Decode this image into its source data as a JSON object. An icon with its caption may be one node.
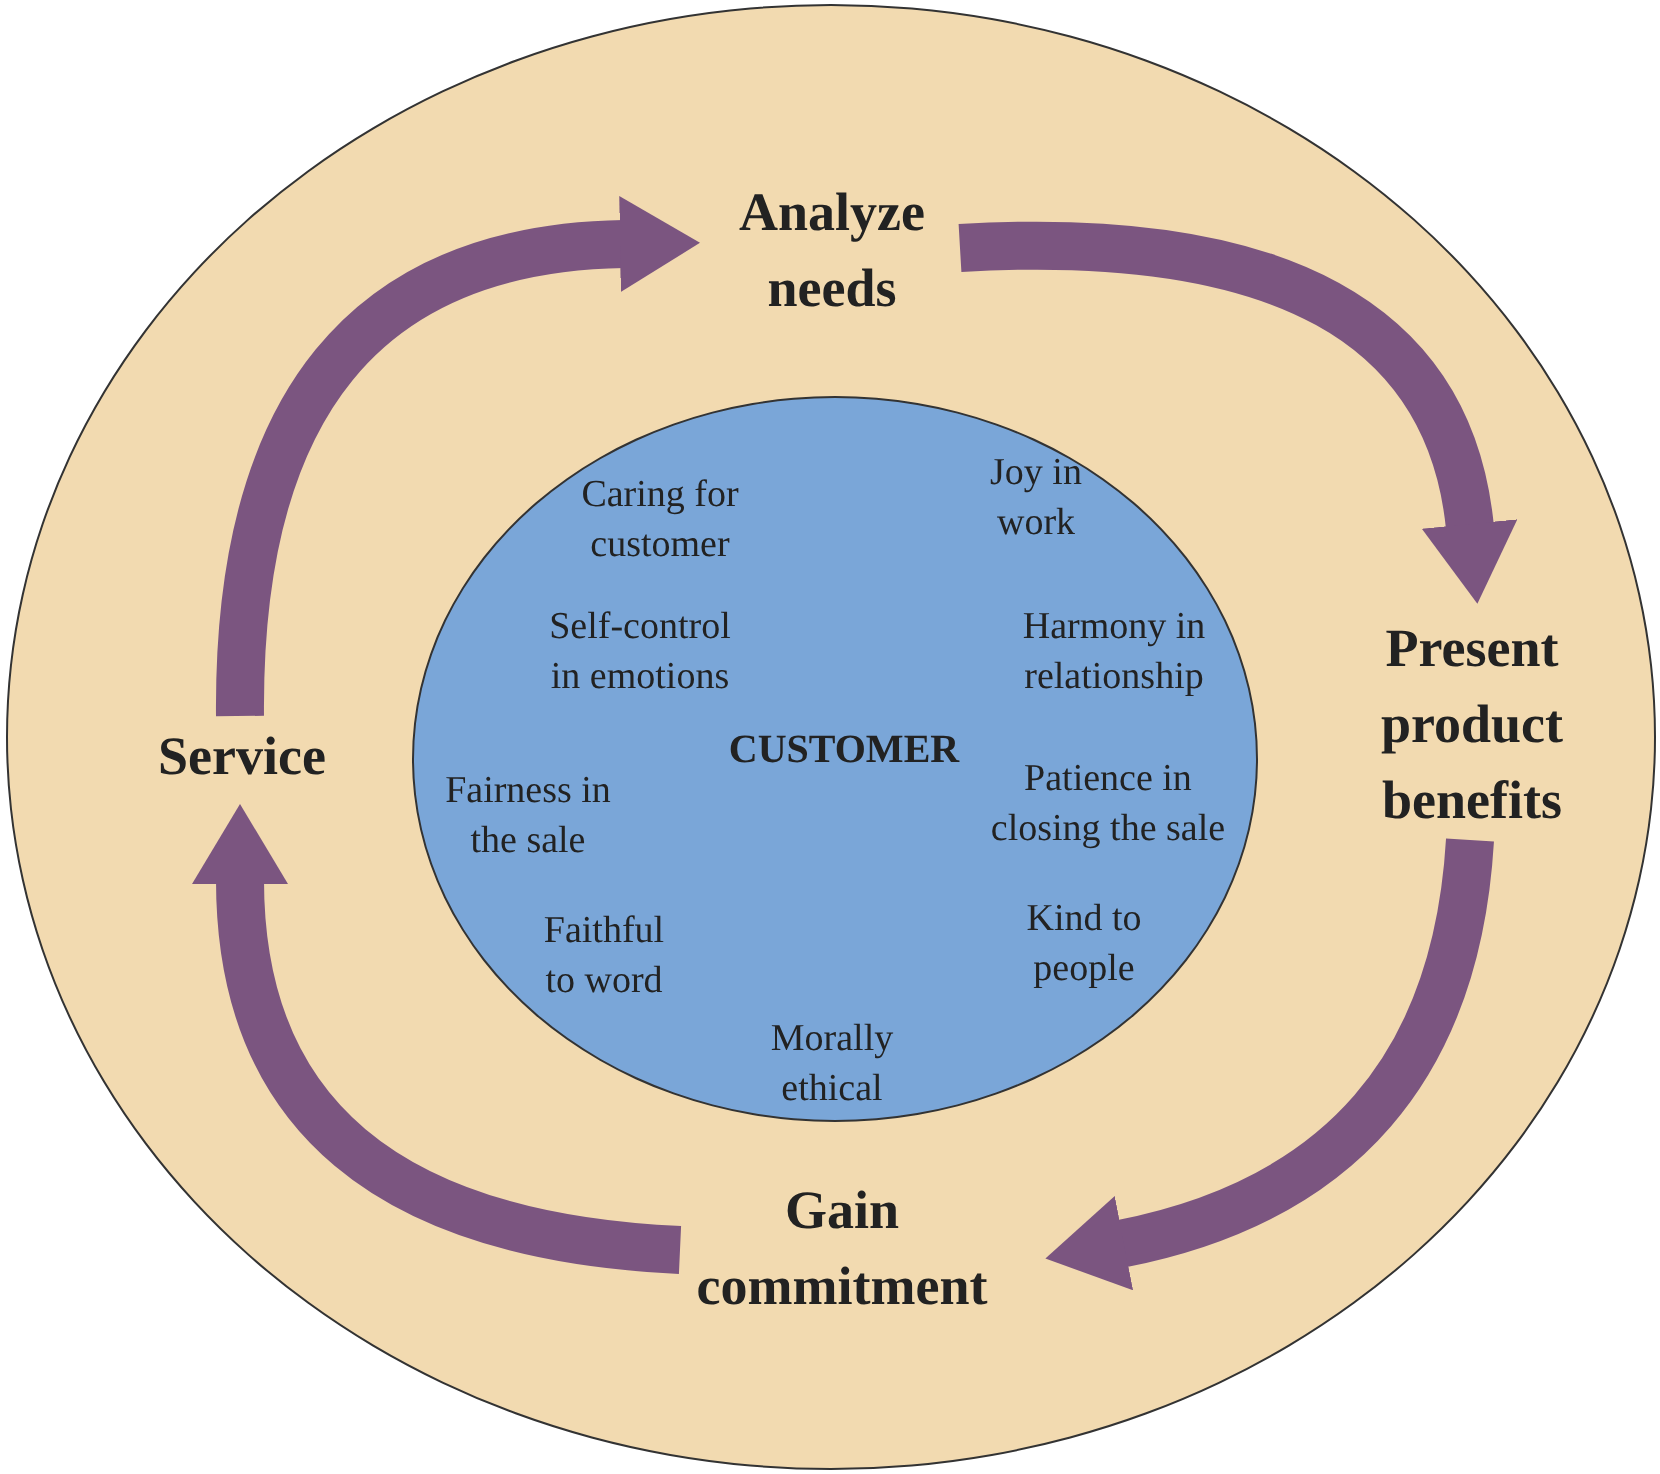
{
  "diagram": {
    "nodes": [
      {
        "text": [],
        "shape": "circle"
      },
      {
        "text": [
          "Analyze needs"
        ],
        "in": 0
      },
      {
        "text": [
          "Joy in work",
          "Caring for customer",
          "Self-control in emotions",
          "Harmony in relationship",
          "CUSTOMER",
          "Fairness in the sale",
          "Patience in closing the sale",
          "Kind to people",
          "Faithful to word",
          "Morally ethical"
        ],
        "in": 0
      },
      {
        "text": [
          "Service"
        ],
        "in": 0
      },
      {
        "text": [
          "Present product benefits"
        ],
        "in": 0
      },
      {
        "text": [
          "Gain commitment"
        ],
        "in": 0
      }
    ],
    "edges": [
      {
        "from": 1,
        "to": 4,
        "arrow": "to"
      },
      {
        "from": 4,
        "to": 5,
        "arrow": "to"
      },
      {
        "from": 5,
        "to": 3,
        "arrow": "to"
      },
      {
        "from": 3,
        "to": 1,
        "arrow": "to"
      }
    ]
  }
}
